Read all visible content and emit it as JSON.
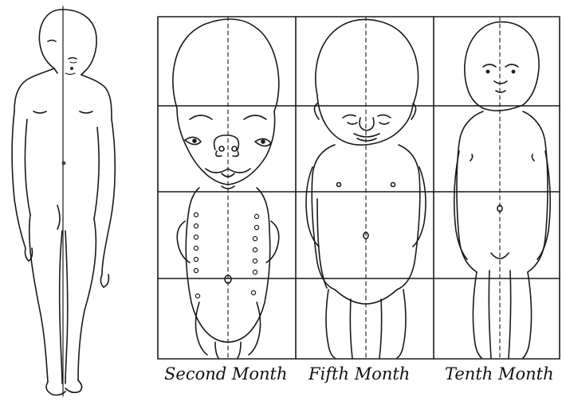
{
  "panels": [
    {
      "label": "Second Month"
    },
    {
      "label": "Fifth Month"
    },
    {
      "label": "Tenth Month"
    }
  ],
  "colors": {
    "line": "#1a1a1a",
    "paper": "#ffffff"
  }
}
